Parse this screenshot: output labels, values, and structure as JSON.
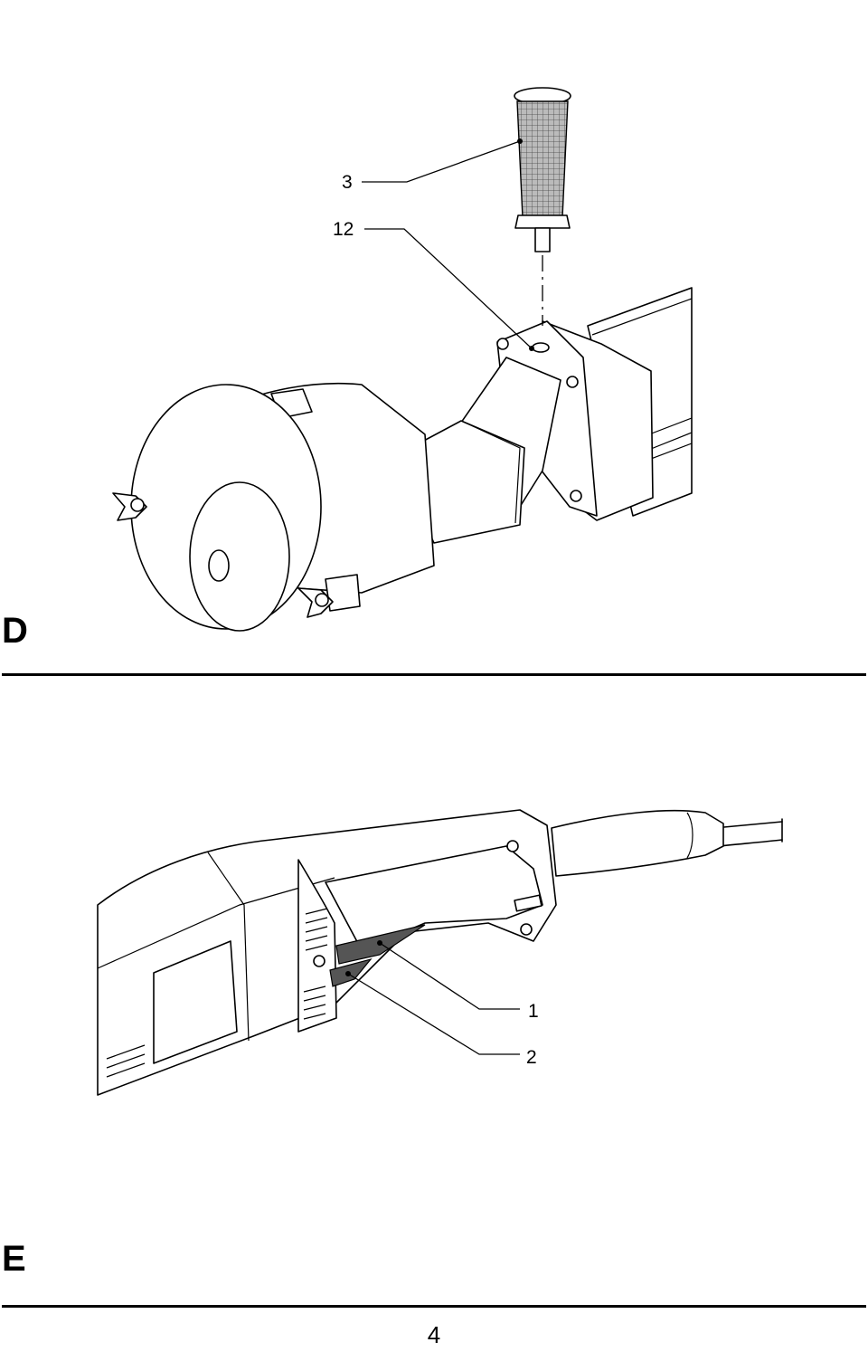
{
  "figures": {
    "d": {
      "label": "D",
      "callouts": {
        "c3": "3",
        "c12": "12"
      }
    },
    "e": {
      "label": "E",
      "callouts": {
        "c1": "1",
        "c2": "2"
      }
    }
  },
  "page_number": "4"
}
